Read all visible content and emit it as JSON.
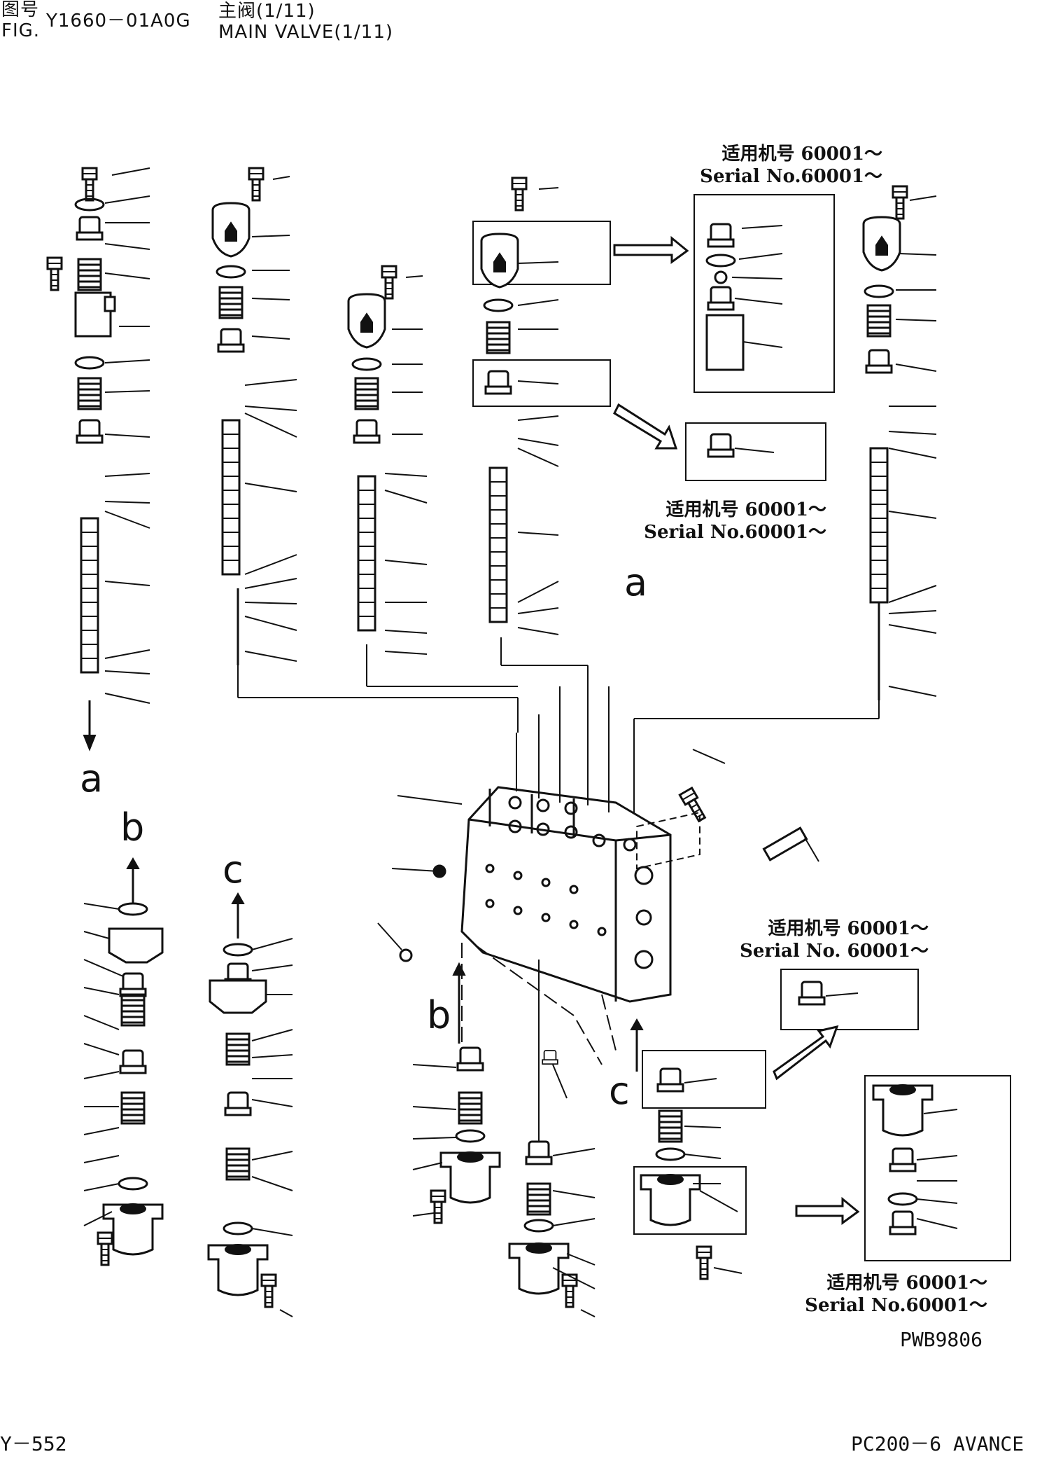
{
  "header": {
    "fig_label_cn": "图号",
    "fig_label_en": "FIG.",
    "fig_number": "Y1660－01A0G",
    "title_cn": "主阀(1/11)",
    "title_en": "MAIN VALVE(1/11)"
  },
  "serial_notes": [
    {
      "cn": "适用机号 60001～",
      "en": "Serial No.60001～"
    },
    {
      "cn": "适用机号 60001～",
      "en": "Serial No.60001～"
    },
    {
      "cn": "适用机号 60001～",
      "en": "Serial No. 60001～"
    },
    {
      "cn": "适用机号 60001～",
      "en": "Serial No.60001～"
    }
  ],
  "connectors": {
    "a": "a",
    "b": "b",
    "c": "c"
  },
  "drawing_code": "PWB9806",
  "footer": {
    "page": "Y－552",
    "model": "PC200－6 AVANCE"
  }
}
